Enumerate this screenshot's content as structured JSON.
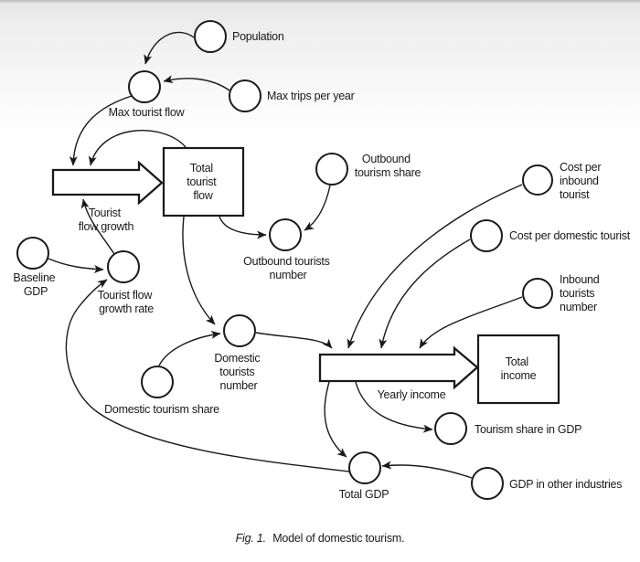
{
  "figure": {
    "caption_prefix": "Fig. 1.",
    "caption_rest": "Model of domestic tourism."
  },
  "colors": {
    "line": "#1a1a1a",
    "node_fill": "#ffffff",
    "background_top": "#b9b9b9",
    "background_bottom": "#ffffff"
  },
  "stocks": {
    "total_tourist_flow": {
      "lines": [
        "Total",
        "tourist",
        "flow"
      ]
    },
    "total_income": {
      "lines": [
        "Total",
        "income"
      ]
    }
  },
  "flows": {
    "tourist_flow_growth": {
      "lines": [
        "Tourist",
        "flow growth"
      ]
    },
    "yearly_income": {
      "label": "Yearly income"
    }
  },
  "variables": {
    "population": {
      "label": "Population"
    },
    "max_tourist_flow": {
      "label": "Max tourist flow"
    },
    "max_trips_per_year": {
      "label": "Max trips per year"
    },
    "baseline_gdp": {
      "lines": [
        "Baseline",
        "GDP"
      ]
    },
    "tourist_flow_growth_rate": {
      "lines": [
        "Tourist flow",
        "growth rate"
      ]
    },
    "outbound_tourism_share": {
      "lines": [
        "Outbound",
        "tourism share"
      ]
    },
    "outbound_tourists_number": {
      "lines": [
        "Outbound tourists",
        "number"
      ]
    },
    "cost_per_inbound_tourist": {
      "lines": [
        "Cost per",
        "inbound",
        "tourist"
      ]
    },
    "cost_per_domestic_tourist": {
      "label": "Cost per domestic tourist"
    },
    "inbound_tourists_number": {
      "lines": [
        "Inbound",
        "tourists",
        "number"
      ]
    },
    "domestic_tourists_number": {
      "lines": [
        "Domestic",
        "tourists",
        "number"
      ]
    },
    "domestic_tourism_share": {
      "label": "Domestic tourism share"
    },
    "tourism_share_in_gdp": {
      "label": "Tourism share in GDP"
    },
    "total_gdp": {
      "label": "Total GDP"
    },
    "gdp_in_other_industries": {
      "label": "GDP in other industries"
    }
  }
}
